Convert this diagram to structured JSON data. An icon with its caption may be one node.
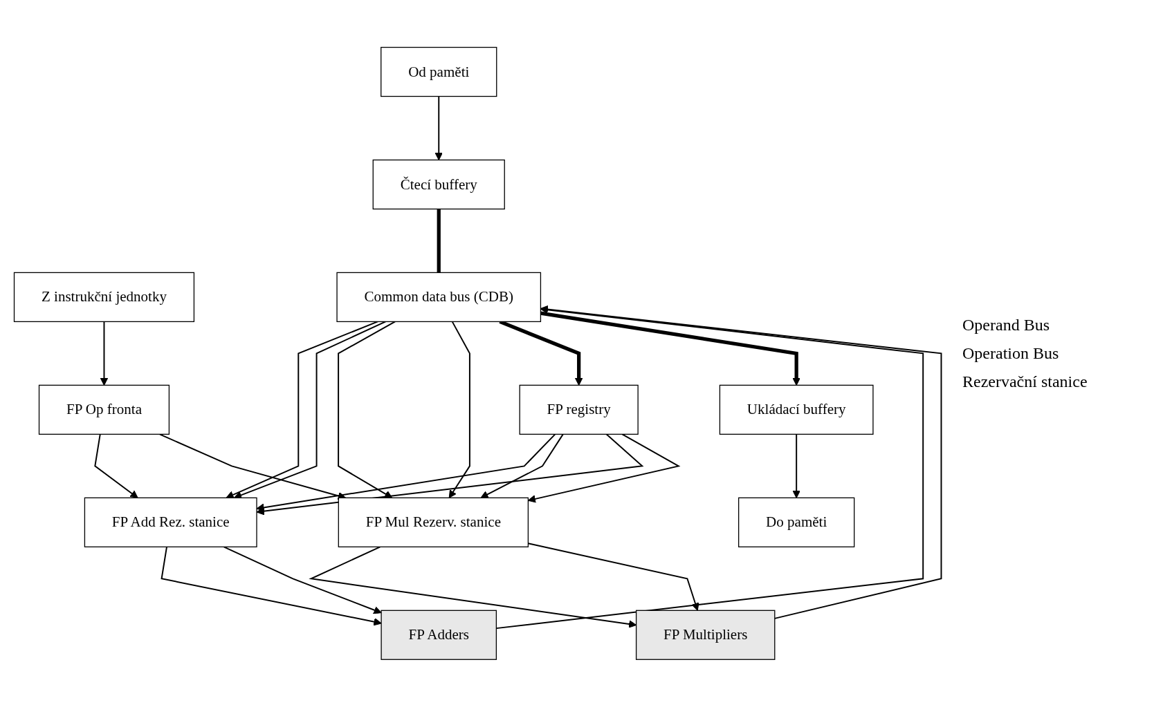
{
  "diagram": {
    "nodes": [
      {
        "text": [
          "Od paměti"
        ]
      },
      {
        "text": [
          "Z instrukční jednotky"
        ]
      },
      {
        "text": [
          "FP registry"
        ]
      },
      {
        "text": [
          "Čtecí buffery"
        ]
      },
      {
        "text": [
          "FP Op fronta"
        ]
      },
      {
        "text": [
          "Ukládací buffery"
        ]
      },
      {
        "text": [
          "Do paměti"
        ]
      },
      {
        "text": [
          "FP Add Rez. stanice"
        ]
      },
      {
        "text": [
          "FP Mul Rezerv. stanice"
        ]
      },
      {
        "text": [
          "FP Adders"
        ]
      },
      {
        "text": [
          "FP Multipliers"
        ]
      },
      {
        "text": [
          "Common data bus (CDB)"
        ]
      }
    ],
    "edges": [
      {
        "from": 0,
        "to": 3,
        "arrow": "to"
      },
      {
        "from": 1,
        "to": 4,
        "arrow": "to"
      },
      {
        "from": 5,
        "to": 6,
        "arrow": "to"
      },
      {
        "from": 4,
        "to": 7,
        "arrow": "to"
      },
      {
        "from": 4,
        "to": 8,
        "arrow": "to"
      },
      {
        "from": 2,
        "to": 7,
        "arrow": "to"
      },
      {
        "from": 2,
        "to": 8,
        "arrow": "to"
      },
      {
        "from": 2,
        "to": 7,
        "arrow": "to"
      },
      {
        "from": 2,
        "to": 8,
        "arrow": "to"
      },
      {
        "from": 11,
        "to": 7,
        "arrow": "to"
      },
      {
        "from": 11,
        "to": 7,
        "arrow": "to"
      },
      {
        "from": 11,
        "to": 8,
        "arrow": "to"
      },
      {
        "from": 11,
        "to": 8,
        "arrow": "to"
      },
      {
        "from": 7,
        "to": 9,
        "arrow": "to"
      },
      {
        "from": 7,
        "to": 9,
        "arrow": "to"
      },
      {
        "from": 8,
        "to": 10,
        "arrow": "to"
      },
      {
        "from": 8,
        "to": 10,
        "arrow": "to"
      },
      {
        "from": 9,
        "to": 11,
        "arrow": "to"
      },
      {
        "from": 10,
        "to": 11,
        "arrow": "to"
      },
      {
        "from": 3,
        "to": 11,
        "arrow": "none",
        "style": "thick"
      },
      {
        "from": 11,
        "to": 2,
        "arrow": "to",
        "style": "thick"
      },
      {
        "from": 11,
        "to": 5,
        "arrow": "to",
        "style": "thick"
      }
    ],
    "labels": [
      "Operand Bus",
      "Operation Bus",
      "Rezervační stanice"
    ]
  }
}
